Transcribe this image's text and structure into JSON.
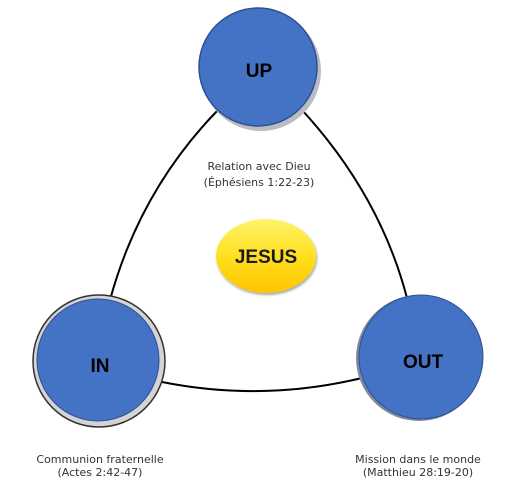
{
  "nodes": {
    "up": {
      "label": "UP"
    },
    "in": {
      "label": "IN"
    },
    "out": {
      "label": "OUT"
    }
  },
  "center": {
    "label": "JESUS"
  },
  "captions": {
    "up": {
      "line1": "Relation avec Dieu",
      "line2": "(Éphésiens 1:22-23)"
    },
    "in": {
      "line1": "Communion fraternelle",
      "line2": "(Actes 2:42-47)"
    },
    "out": {
      "line1": "Mission dans le monde",
      "line2": "(Matthieu 28:19-20)"
    }
  },
  "colors": {
    "node_fill": "#4472c4",
    "node_stroke": "#1f3864",
    "center_fill_top": "#ffe84d",
    "center_fill_bottom": "#ffc800",
    "line": "#000000"
  }
}
